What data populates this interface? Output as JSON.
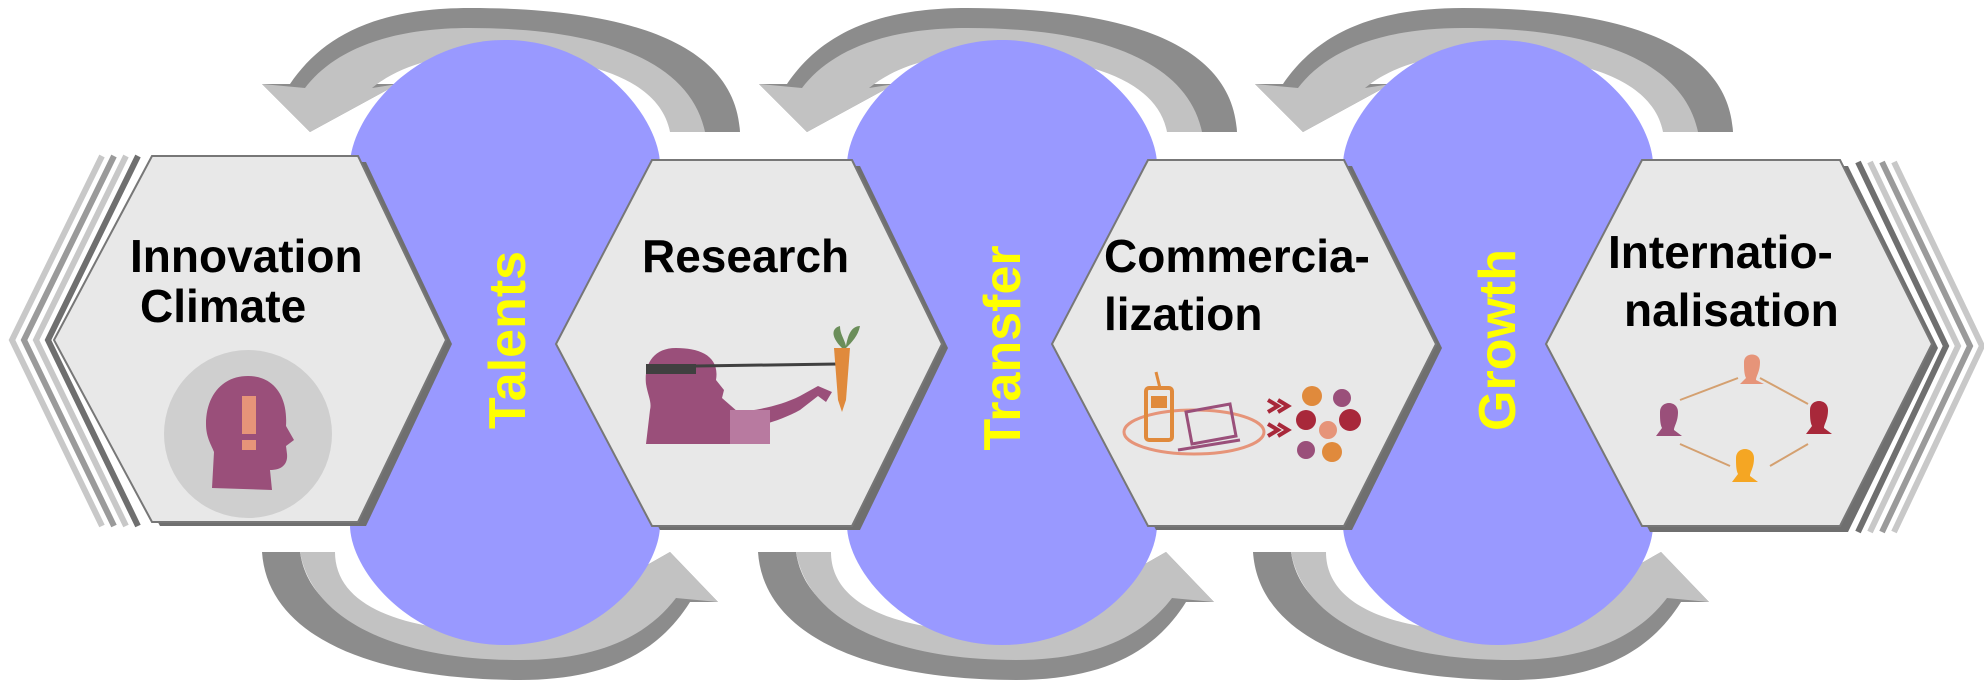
{
  "colors": {
    "hexagon_fill": "#e8e8e8",
    "hexagon_stroke": "#777777",
    "hexagon_shadow": "#6f6f6f",
    "connector_fill": "#9999ff",
    "connector_label": "#ffff00",
    "arrow_light": "#c2c2c2",
    "arrow_dark": "#8c8c8c",
    "icon_purple": "#9a4f7a",
    "icon_orange": "#e08a3c",
    "icon_red": "#a8283a",
    "icon_salmon": "#e69479",
    "icon_yellow": "#f5a623"
  },
  "stages": [
    {
      "lines": [
        "Innovation",
        "Climate"
      ],
      "icon": "head-exclamation-icon"
    },
    {
      "lines": [
        "Research"
      ],
      "icon": "head-reaching-carrot-icon"
    },
    {
      "lines": [
        "Commercia-",
        "lization"
      ],
      "icon": "devices-coins-icon"
    },
    {
      "lines": [
        "Internatio-",
        "nalisation"
      ],
      "icon": "network-heads-icon"
    }
  ],
  "connectors": [
    {
      "label": "Talents"
    },
    {
      "label": "Transfer"
    },
    {
      "label": "Growth"
    }
  ]
}
